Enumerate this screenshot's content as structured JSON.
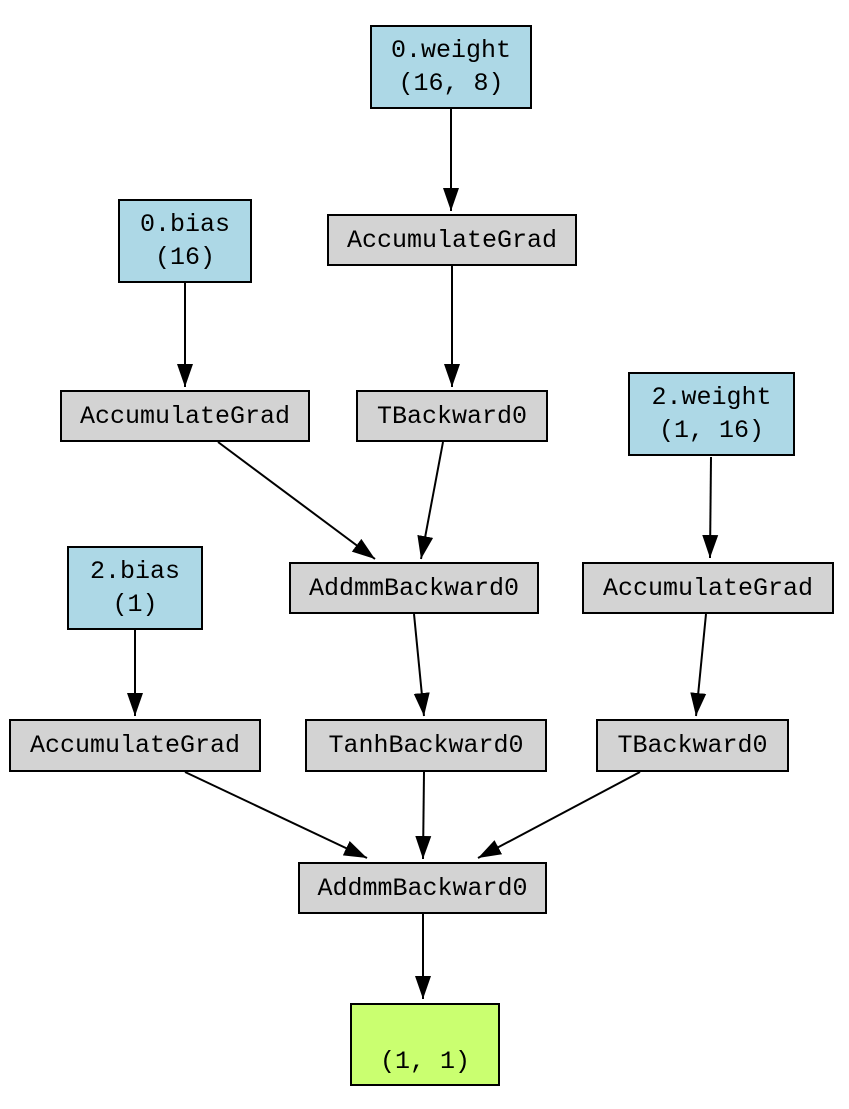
{
  "diagram": {
    "kind": "pytorch-autograd-graph",
    "colors": {
      "param_fill": "#add8e6",
      "op_fill": "#d3d3d3",
      "output_fill": "#caff70",
      "border": "#000000",
      "edge": "#000000",
      "background": "#ffffff"
    },
    "nodes": {
      "weight0": {
        "line1": "0.weight",
        "line2": "(16, 8)"
      },
      "accgrad_weight0": {
        "label": "AccumulateGrad"
      },
      "bias0": {
        "line1": "0.bias",
        "line2": "(16)"
      },
      "accgrad_bias0": {
        "label": "AccumulateGrad"
      },
      "tbackward_weight0": {
        "label": "TBackward0"
      },
      "weight2": {
        "line1": "2.weight",
        "line2": "(1, 16)"
      },
      "bias2": {
        "line1": "2.bias",
        "line2": "(1)"
      },
      "addmm_layer0": {
        "label": "AddmmBackward0"
      },
      "accgrad_weight2": {
        "label": "AccumulateGrad"
      },
      "accgrad_bias2": {
        "label": "AccumulateGrad"
      },
      "tanh_layer1": {
        "label": "TanhBackward0"
      },
      "tbackward_weight2": {
        "label": "TBackward0"
      },
      "addmm_layer2": {
        "label": "AddmmBackward0"
      },
      "output": {
        "line1": "",
        "line2": "(1, 1)"
      }
    },
    "edges": [
      {
        "from": "weight0",
        "to": "accgrad_weight0"
      },
      {
        "from": "accgrad_weight0",
        "to": "tbackward_weight0"
      },
      {
        "from": "bias0",
        "to": "accgrad_bias0"
      },
      {
        "from": "accgrad_bias0",
        "to": "addmm_layer0"
      },
      {
        "from": "tbackward_weight0",
        "to": "addmm_layer0"
      },
      {
        "from": "weight2",
        "to": "accgrad_weight2"
      },
      {
        "from": "bias2",
        "to": "accgrad_bias2"
      },
      {
        "from": "addmm_layer0",
        "to": "tanh_layer1"
      },
      {
        "from": "accgrad_weight2",
        "to": "tbackward_weight2"
      },
      {
        "from": "accgrad_bias2",
        "to": "addmm_layer2"
      },
      {
        "from": "tanh_layer1",
        "to": "addmm_layer2"
      },
      {
        "from": "tbackward_weight2",
        "to": "addmm_layer2"
      },
      {
        "from": "addmm_layer2",
        "to": "output"
      }
    ]
  }
}
